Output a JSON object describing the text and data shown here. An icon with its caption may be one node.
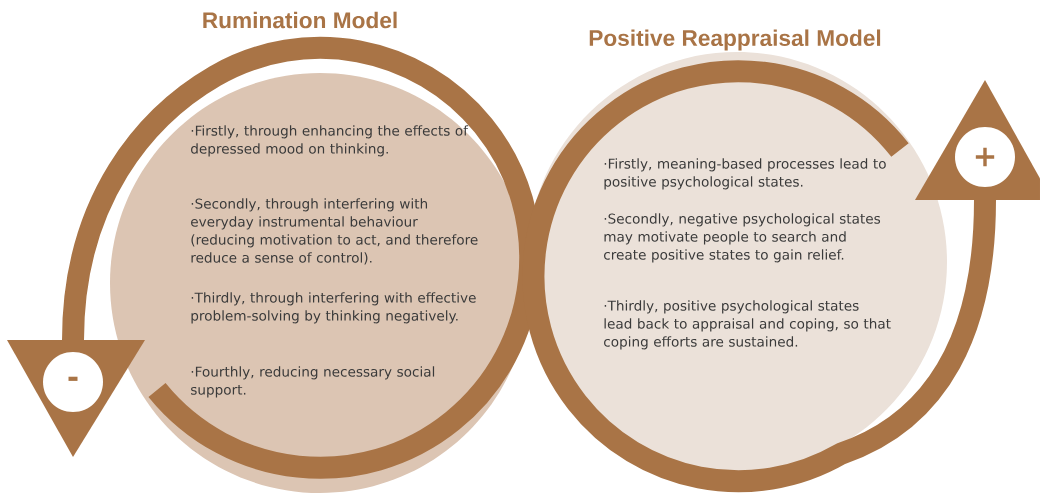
{
  "diagram": {
    "nodes": [
      {
        "text": [
          "Rumination Model",
          "·Firstly, through enhancing the effects of depressed mood on thinking.",
          "·Secondly, through interfering with everyday instrumental behaviour (reducing motivation to act, and therefore reduce a sense of control).",
          "·Thirdly, through interfering with effective problem-solving by thinking negatively.",
          "·Fourthly, reducing necessary social support."
        ]
      },
      {
        "text": [
          "Positive Reappraisal Model",
          "·Firstly, meaning-based processes lead to positive psychological states.",
          "·Secondly, negative psychological states may motivate people to search and create positive states to gain relief.",
          "·Thirdly, positive psychological states lead back to appraisal and coping, so that coping efforts are sustained."
        ]
      },
      {
        "text": [
          "-"
        ]
      },
      {
        "text": [
          "+"
        ]
      }
    ],
    "edges": [
      {
        "from": 0,
        "to": 2,
        "arrow": "none"
      },
      {
        "from": 1,
        "to": 3,
        "arrow": "none"
      }
    ]
  }
}
